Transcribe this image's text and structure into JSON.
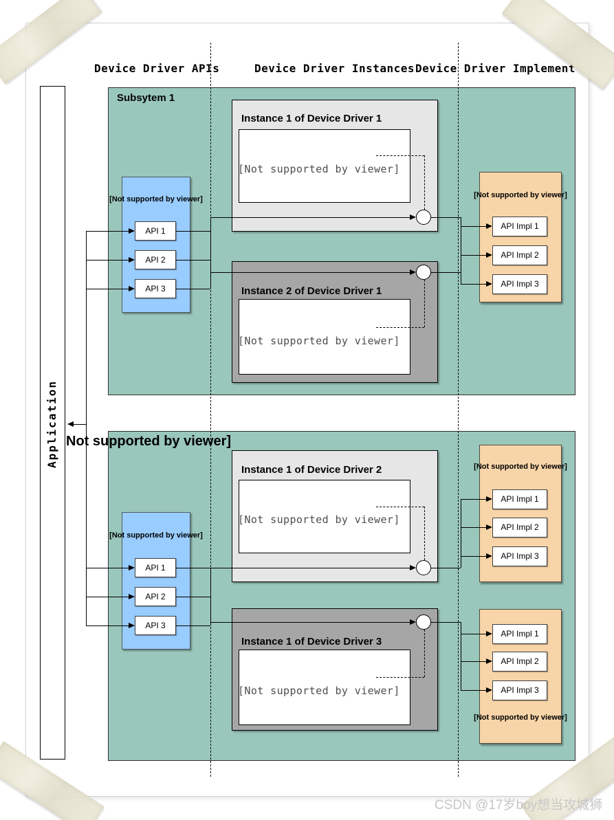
{
  "page": {
    "headers": [
      "Device Driver APIs",
      "Device Driver Instances",
      "Device Driver Implement"
    ],
    "application_label": "Application",
    "overlay_label": "Not supported by viewer]",
    "watermark": "CSDN @17岁boy想当攻城狮"
  },
  "subsystems": [
    {
      "label": "Subsytem 1",
      "api_group": {
        "label": "[Not supported by viewer]",
        "apis": [
          "API 1",
          "API 2",
          "API 3"
        ]
      },
      "instances": [
        {
          "title": "Instance 1 of Device Driver 1",
          "body": "[Not supported by viewer]"
        },
        {
          "title": "Instance 2 of Device Driver 1",
          "body": "[Not supported by viewer]"
        }
      ],
      "impl_groups": [
        {
          "label": "[Not supported by viewer]",
          "impls": [
            "API Impl 1",
            "API Impl 2",
            "API Impl 3"
          ]
        }
      ]
    },
    {
      "label": "",
      "api_group": {
        "label": "[Not supported by viewer]",
        "apis": [
          "API 1",
          "API 2",
          "API 3"
        ]
      },
      "instances": [
        {
          "title": "Instance 1 of Device Driver 2",
          "body": "[Not supported by viewer]"
        },
        {
          "title": "Instance 1 of Device Driver 3",
          "body": "[Not supported by viewer]"
        }
      ],
      "impl_groups": [
        {
          "label": "[Not supported by viewer]",
          "impls": [
            "API Impl 1",
            "API Impl 2",
            "API Impl 3"
          ]
        },
        {
          "label": "[Not supported by viewer]",
          "impls": [
            "API Impl 1",
            "API Impl 2",
            "API Impl 3"
          ]
        }
      ]
    }
  ],
  "colors": {
    "subsystem_fill": "#9AC7BB",
    "api_group_fill": "#99CCFF",
    "impl_group_fill": "#F8D5A9",
    "instance_light_fill": "#E6E6E6",
    "instance_dark_fill": "#A6A6A6",
    "body_text": "#4D4D4D",
    "watermark_text": "#C6C6C6",
    "tape": "#E9E5D3"
  }
}
